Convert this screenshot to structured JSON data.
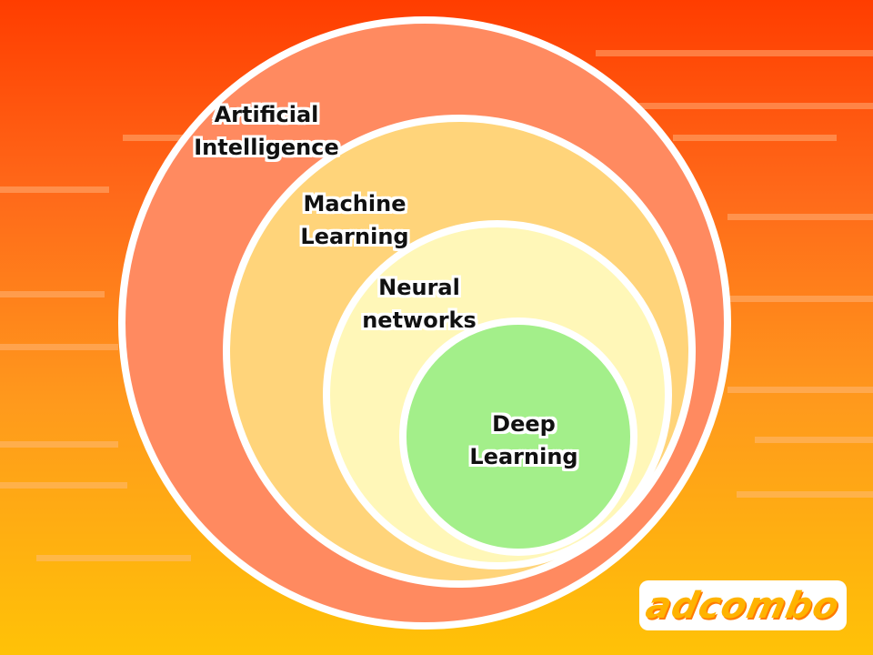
{
  "diagram": {
    "circles": [
      {
        "id": "ai",
        "lines": [
          "Artificial",
          "Intelligence"
        ],
        "fill": "#ff8a60"
      },
      {
        "id": "ml",
        "lines": [
          "Machine",
          "Learning"
        ],
        "fill": "#ffd47a"
      },
      {
        "id": "nn",
        "lines": [
          "Neural",
          "networks"
        ],
        "fill": "#fff7b8"
      },
      {
        "id": "dl",
        "lines": [
          "Deep",
          "Learning"
        ],
        "fill": "#a3ef8a"
      }
    ],
    "outline_color": "#ffffff"
  },
  "brand": {
    "logo_text": "adcombo",
    "logo_color": "#ffb300"
  }
}
